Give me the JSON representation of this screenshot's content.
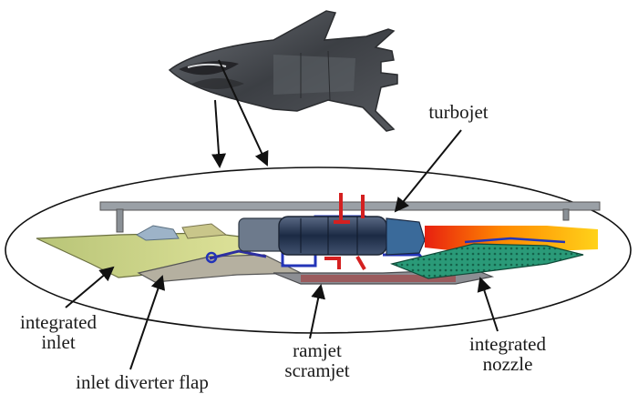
{
  "labels": {
    "turbojet": "turbojet",
    "integrated_inlet": [
      "integrated",
      "inlet"
    ],
    "inlet_diverter_flap": "inlet diverter flap",
    "ramjet_scramjet": [
      "ramjet",
      "scramjet"
    ],
    "integrated_nozzle": [
      "integrated",
      "nozzle"
    ]
  },
  "colors": {
    "aircraft_body": "#4a4d52",
    "inlet_panel": "#c8d07a",
    "turbojet_core": "#2f4f7f",
    "exhaust_plume": "#ffb400",
    "fuel_lines": "#d42020",
    "nozzle_panel": "#1e8c6e"
  }
}
